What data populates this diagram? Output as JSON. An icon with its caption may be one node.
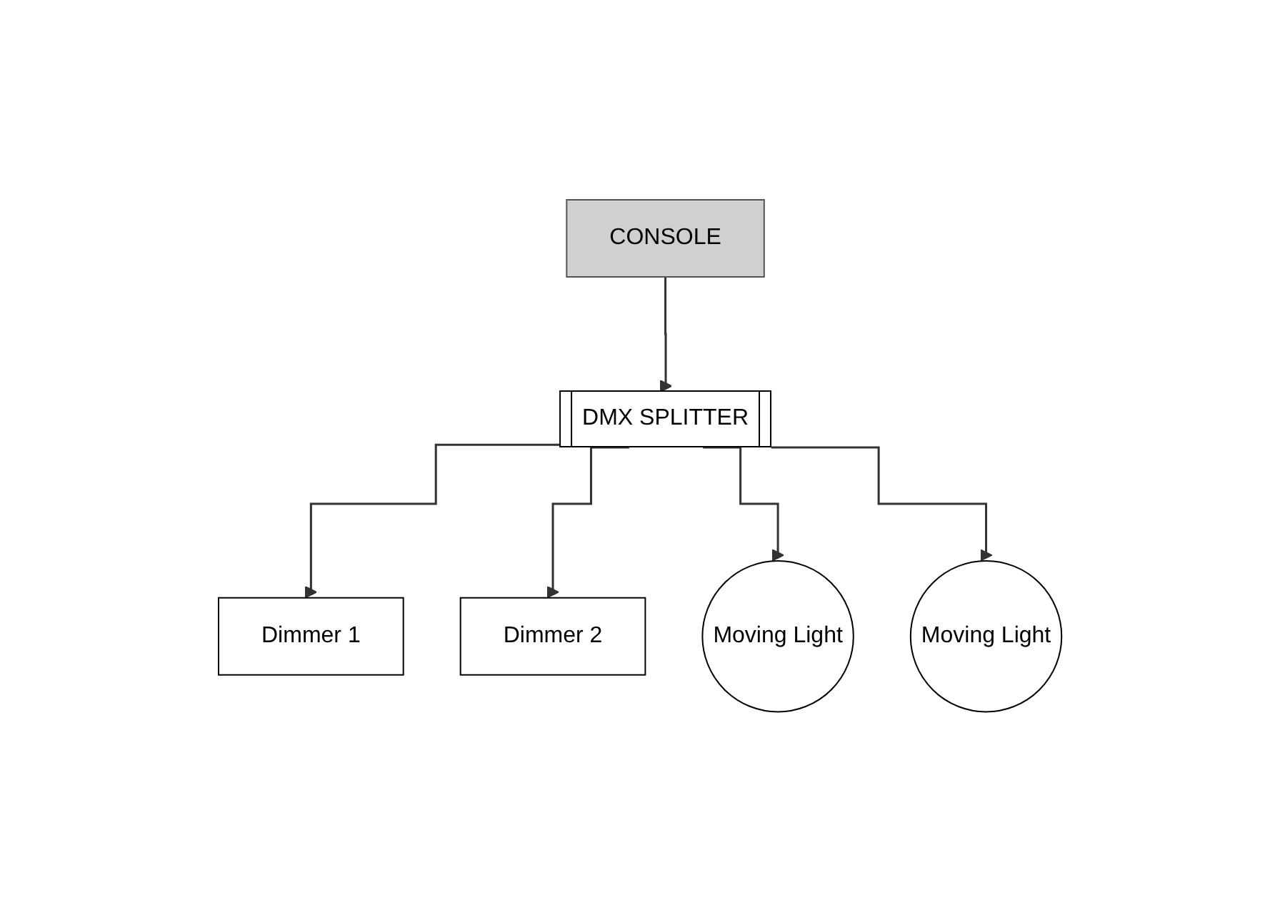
{
  "diagram": {
    "nodes": [
      {
        "text": [
          "CONSOLE"
        ]
      },
      {
        "text": [
          "DMX SPLITTER"
        ]
      },
      {
        "text": [
          "Dimmer 1"
        ]
      },
      {
        "text": [
          "Dimmer 2"
        ]
      },
      {
        "text": [
          "Moving Light"
        ]
      },
      {
        "text": [
          "Moving Light"
        ]
      }
    ],
    "edges": [
      {
        "from": 0,
        "to": 1,
        "arrow": "to"
      },
      {
        "from": 1,
        "to": 2,
        "arrow": "to"
      },
      {
        "from": 1,
        "to": 3,
        "arrow": "to"
      },
      {
        "from": 1,
        "to": 4,
        "arrow": "to"
      },
      {
        "from": 1,
        "to": 5,
        "arrow": "to"
      }
    ]
  }
}
